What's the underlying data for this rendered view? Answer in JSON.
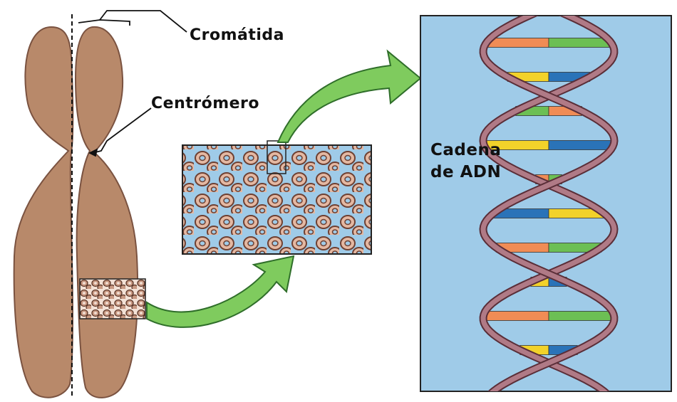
{
  "labels": {
    "chromatid": "Cromátida",
    "centromere": "Centrómero",
    "dna_chain_line1": "Cadena",
    "dna_chain_line2": "de ADN"
  },
  "colors": {
    "chromosome_fill": "#b8896a",
    "chromosome_stroke": "#7a5240",
    "arrow_fill": "#7fcb5e",
    "arrow_stroke": "#2f6e2a",
    "dna_background": "#9fcbe8",
    "strand_fill": "#b07a86",
    "strand_stroke": "#5a2e38",
    "coil_fill": "#e4b8a2",
    "coil_stroke": "#6e4032",
    "base_orange": "#f08c55",
    "base_green": "#6cbf54",
    "base_yellow": "#f2d22a",
    "base_blue": "#2a73b8"
  },
  "dna_base_pairs": [
    {
      "colors": [
        "#f08c55",
        "#6cbf54"
      ]
    },
    {
      "colors": [
        "#f2d22a",
        "#2a73b8"
      ]
    },
    {
      "colors": [
        "#6cbf54",
        "#f08c55"
      ]
    },
    {
      "colors": [
        "#f2d22a",
        "#2a73b8"
      ]
    },
    {
      "colors": [
        "#f08c55",
        "#6cbf54"
      ]
    },
    {
      "colors": [
        "#2a73b8",
        "#f2d22a"
      ]
    },
    {
      "colors": [
        "#f08c55",
        "#6cbf54"
      ]
    },
    {
      "colors": [
        "#f2d22a",
        "#2a73b8"
      ]
    },
    {
      "colors": [
        "#f08c55",
        "#6cbf54"
      ]
    },
    {
      "colors": [
        "#f2d22a",
        "#2a73b8"
      ]
    }
  ]
}
